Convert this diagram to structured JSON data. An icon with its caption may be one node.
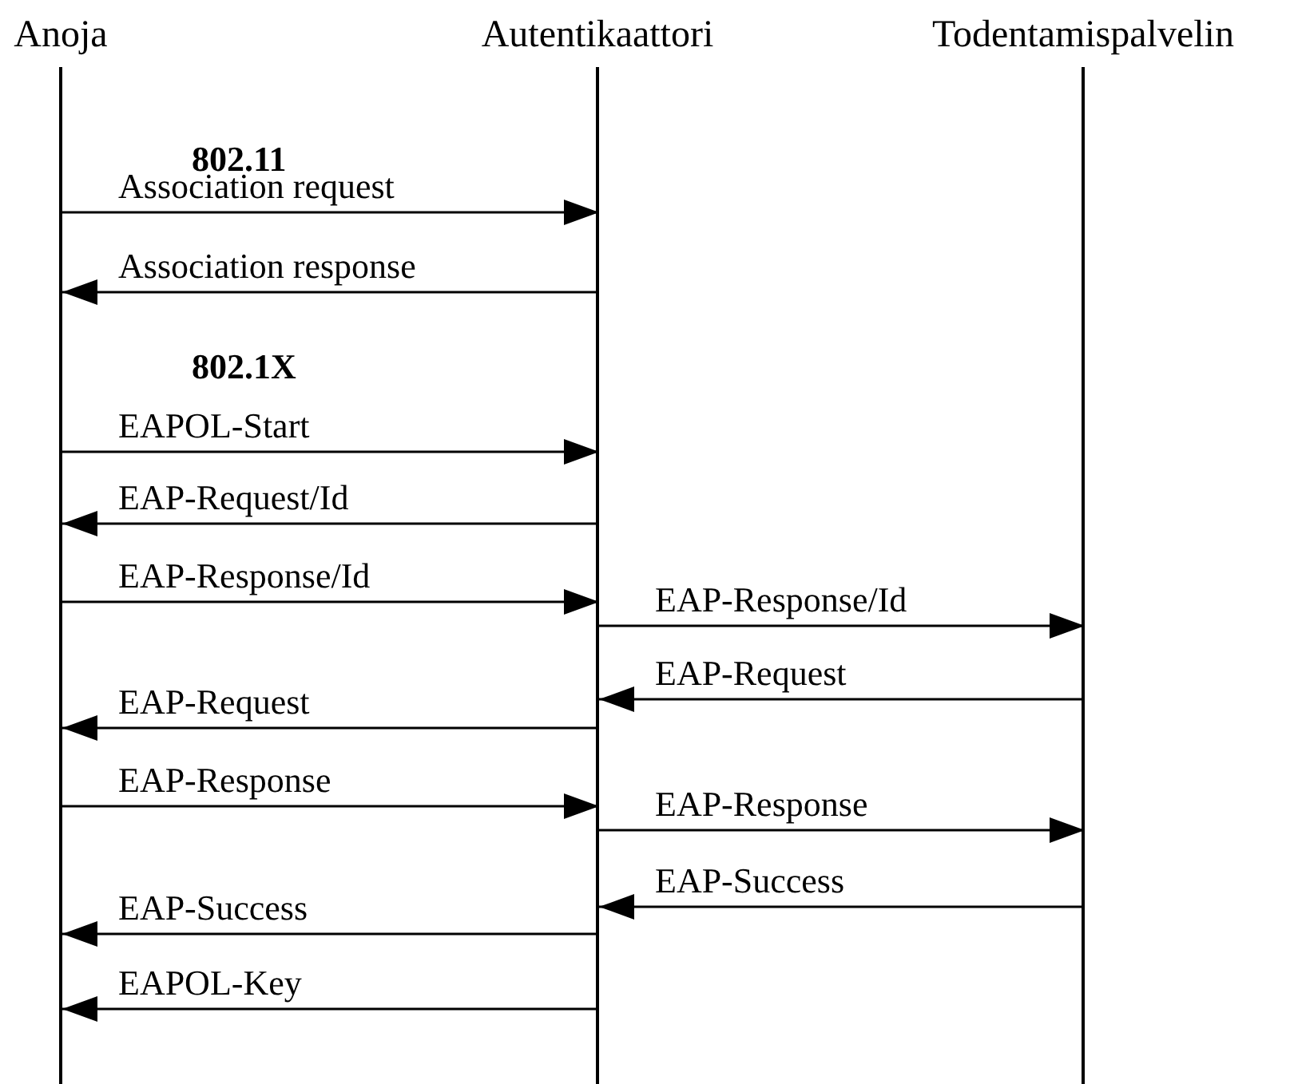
{
  "diagram": {
    "nodes": [
      {
        "text": [
          "Anoja"
        ]
      },
      {
        "text": [
          "Autentikaattori"
        ]
      },
      {
        "text": [
          "Todentamispalvelin"
        ]
      }
    ],
    "edges": [
      {
        "from": 0,
        "to": 1,
        "arrow": "to",
        "label": "Association request"
      },
      {
        "from": 1,
        "to": 0,
        "arrow": "to",
        "label": "Association response"
      },
      {
        "from": 0,
        "to": 1,
        "arrow": "to",
        "label": "EAPOL-Start"
      },
      {
        "from": 1,
        "to": 0,
        "arrow": "to",
        "label": "EAP-Request/Id"
      },
      {
        "from": 0,
        "to": 1,
        "arrow": "to",
        "label": "EAP-Response/Id"
      },
      {
        "from": 1,
        "to": 2,
        "arrow": "to",
        "label": "EAP-Response/Id"
      },
      {
        "from": 2,
        "to": 1,
        "arrow": "to",
        "label": "EAP-Request"
      },
      {
        "from": 1,
        "to": 0,
        "arrow": "to",
        "label": "EAP-Request"
      },
      {
        "from": 0,
        "to": 1,
        "arrow": "to",
        "label": "EAP-Response"
      },
      {
        "from": 1,
        "to": 2,
        "arrow": "to",
        "label": "EAP-Response"
      },
      {
        "from": 2,
        "to": 1,
        "arrow": "to",
        "label": "EAP-Success"
      },
      {
        "from": 1,
        "to": 0,
        "arrow": "to",
        "label": "EAP-Success"
      },
      {
        "from": 1,
        "to": 0,
        "arrow": "to",
        "label": "EAPOL-Key"
      }
    ],
    "labels": [
      "802.11",
      "802.1X"
    ]
  }
}
